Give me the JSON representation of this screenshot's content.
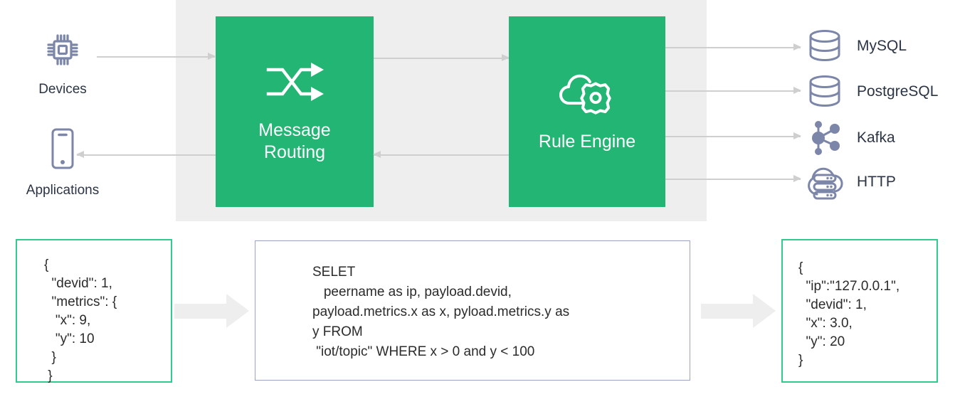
{
  "colors": {
    "green_box": "#22b573",
    "green_border": "#2ecc8f",
    "blue_border": "#9aa5c4",
    "panel_grey": "#eeeeee",
    "arrow_grey": "#cfcfcf",
    "icon_slate": "#7b86a8",
    "text_dark": "#2b3445"
  },
  "pipeline": {
    "sources": [
      {
        "label": "Devices",
        "icon": "chip-icon"
      },
      {
        "label": "Applications",
        "icon": "mobile-phone-icon"
      }
    ],
    "stages": [
      {
        "label": "Message\nRouting",
        "icon": "shuffle-arrows-icon"
      },
      {
        "label": "Rule Engine",
        "icon": "cloud-gear-icon"
      }
    ],
    "sinks": [
      {
        "label": "MySQL",
        "icon": "database-icon"
      },
      {
        "label": "PostgreSQL",
        "icon": "database-icon"
      },
      {
        "label": "Kafka",
        "icon": "node-graph-icon"
      },
      {
        "label": "HTTP",
        "icon": "cloud-server-icon"
      }
    ]
  },
  "code": {
    "input_json": "{\n  \"devid\": 1,\n  \"metrics\": {\n   \"x\": 9,\n   \"y\": 10\n  }\n }",
    "sql_rule": "SELET\n   peername as ip, payload.devid,\npayload.metrics.x as x, pyload.metrics.y as\ny FROM\n \"iot/topic\" WHERE x > 0 and y < 100",
    "output_json": "{\n  \"ip\":\"127.0.0.1\",\n  \"devid\": 1,\n  \"x\": 3.0,\n  \"y\": 20\n}"
  }
}
